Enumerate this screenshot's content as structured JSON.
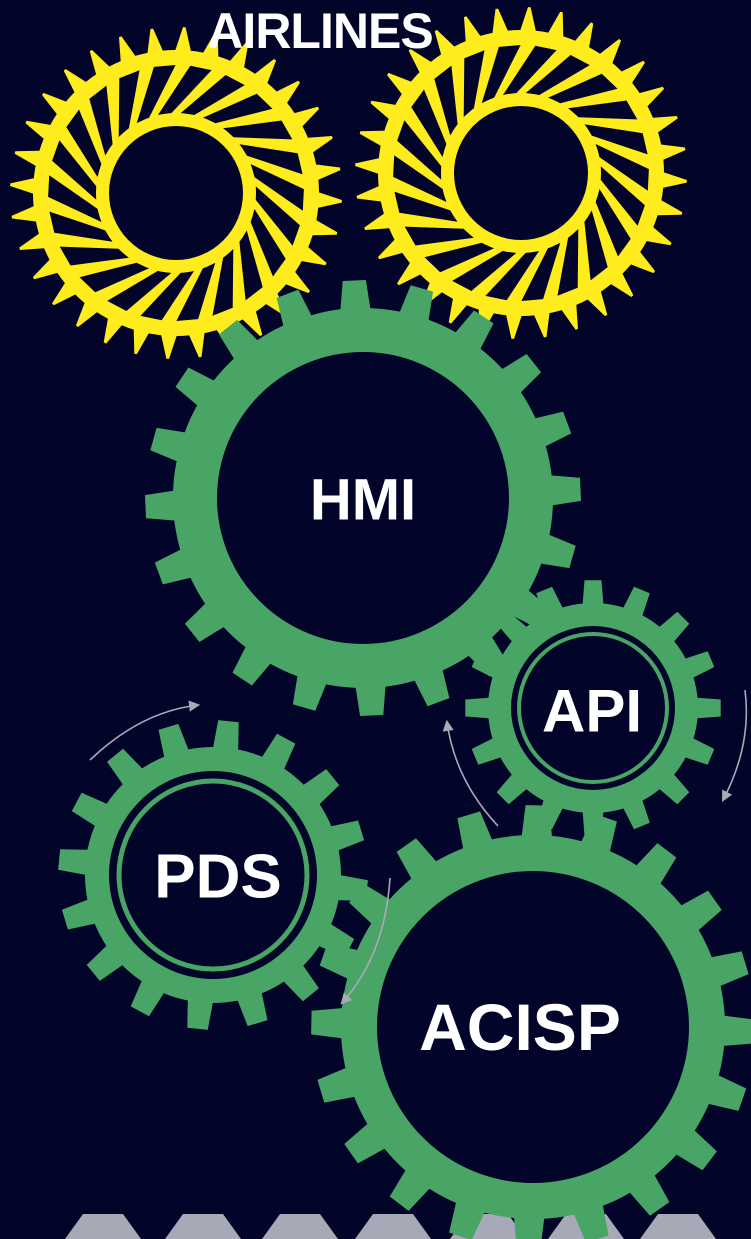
{
  "title": "AIRLINES",
  "gears": {
    "hmi": "HMI",
    "api": "API",
    "pds": "PDS",
    "acisp": "ACISP"
  },
  "colors": {
    "background": "#03042a",
    "yellow_gear": "#ffec1c",
    "green_gear": "#49a565",
    "arrow": "#a9aab8",
    "bottom_teeth": "#a7aab6"
  }
}
